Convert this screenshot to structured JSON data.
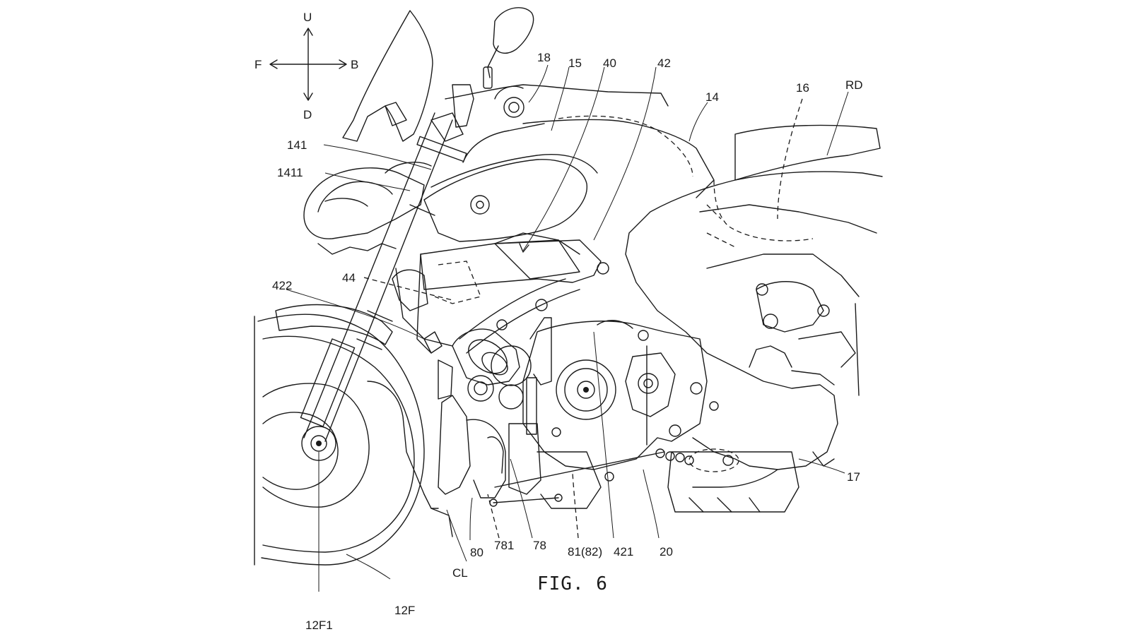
{
  "figure": {
    "caption": "FIG. 6"
  },
  "compass": {
    "up": "U",
    "down": "D",
    "front": "F",
    "back": "B"
  },
  "labels": {
    "l18": "18",
    "l15": "15",
    "l40": "40",
    "l42": "42",
    "l14": "14",
    "l16": "16",
    "lRD": "RD",
    "l141": "141",
    "l1411": "1411",
    "l44": "44",
    "l422": "422",
    "l17": "17",
    "l80": "80",
    "l781": "781",
    "l78": "78",
    "l81": "81(82)",
    "l421": "421",
    "l20": "20",
    "lCL": "CL",
    "l12F": "12F",
    "l12F1": "12F1"
  }
}
